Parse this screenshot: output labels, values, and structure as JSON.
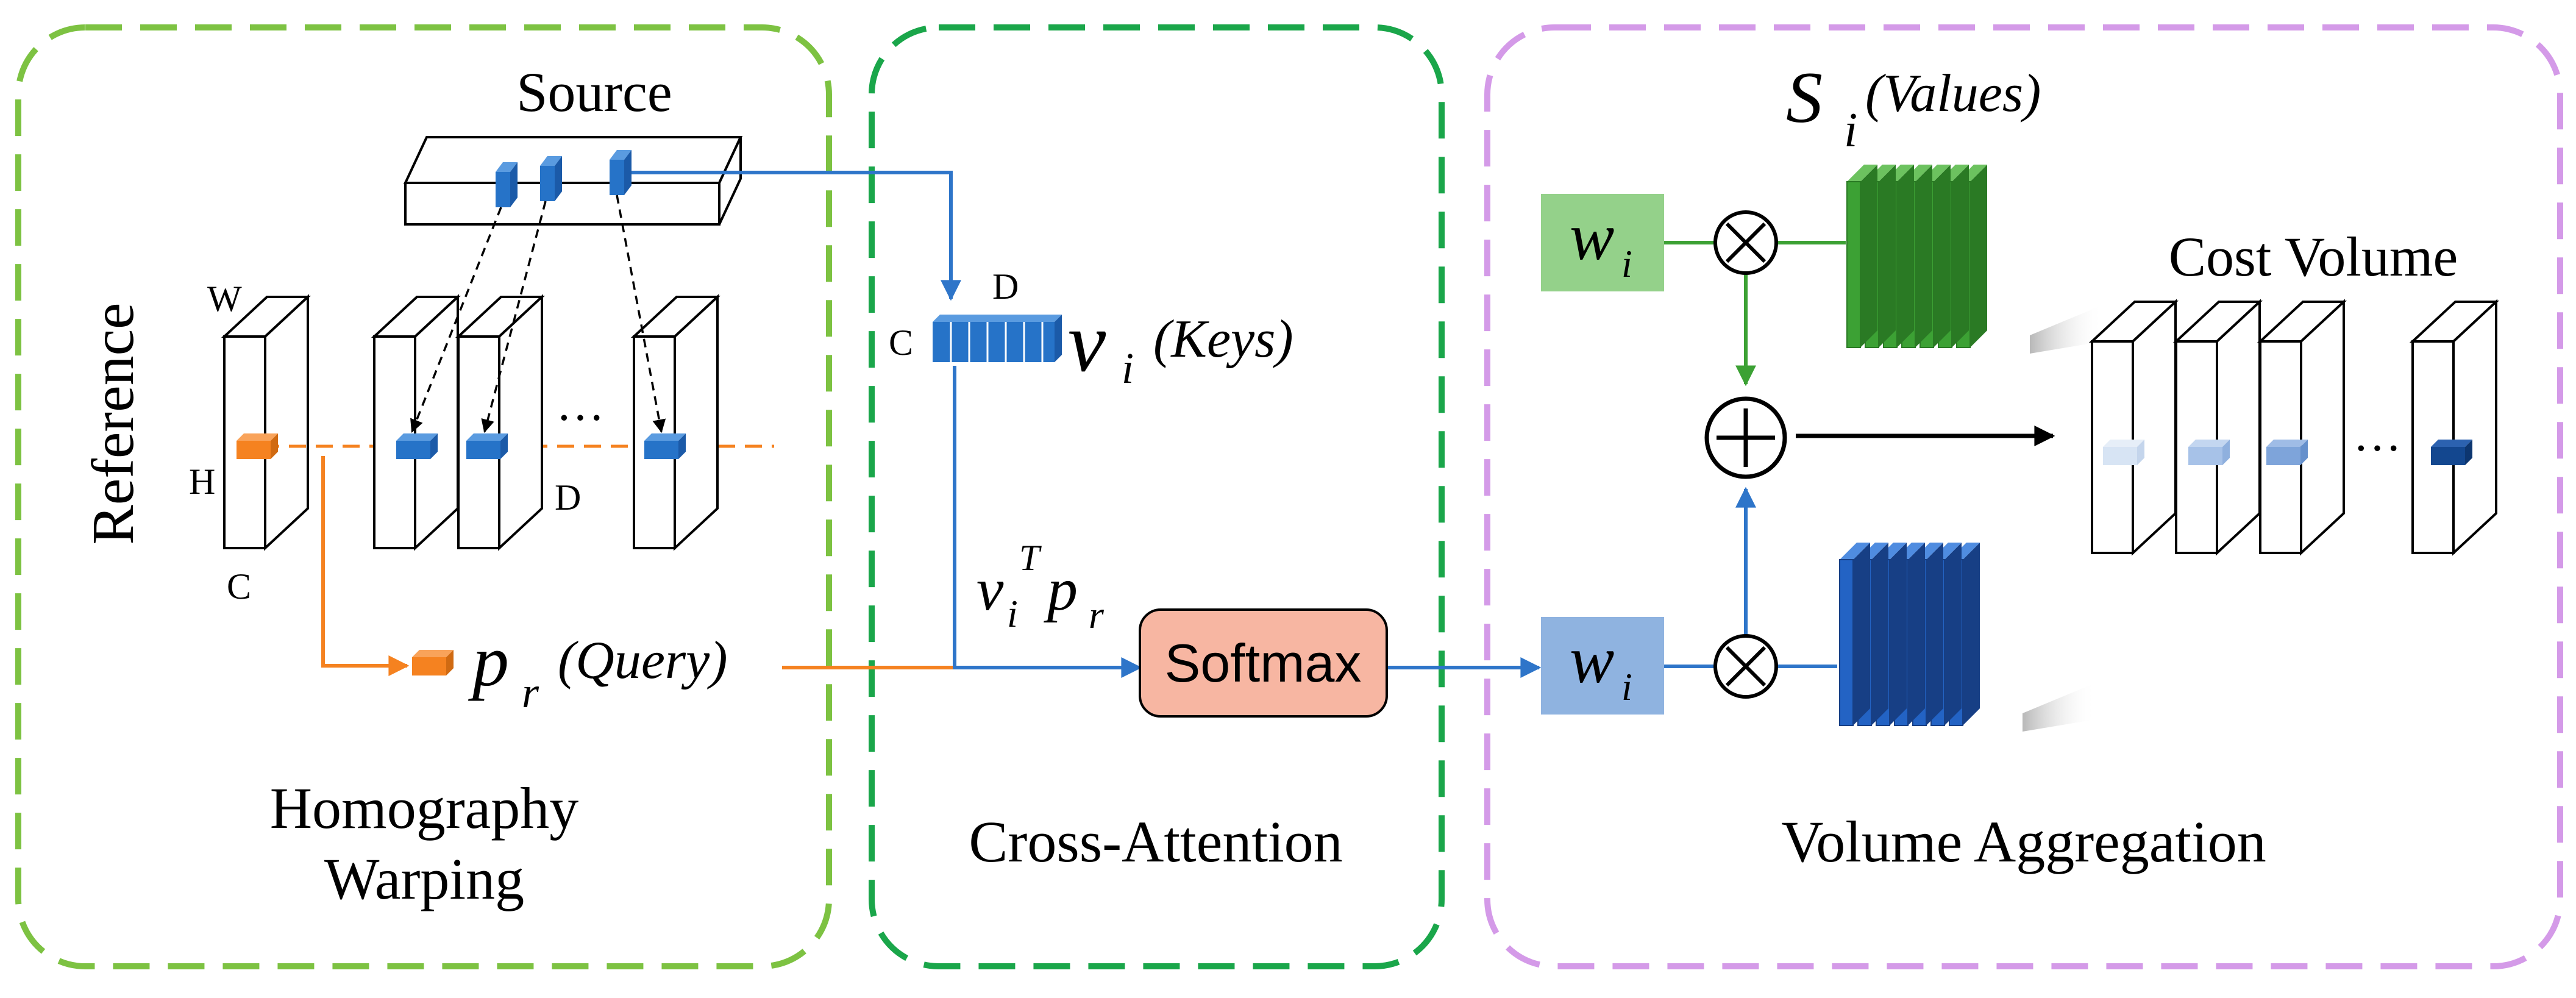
{
  "colors": {
    "warping_border": "#7dc242",
    "attention_border": "#1aa64a",
    "aggregation_border": "#d49ae8",
    "feature_blue": "#2673c8",
    "query_orange": "#f58220",
    "arrow_blue": "#2e75c9",
    "softmax_fill": "#f7b6a2",
    "weight_green": "#94d18a",
    "weight_blue": "#8fb3e0",
    "values_green": "#3ca134",
    "values_blue": "#2363c4"
  },
  "panels": {
    "warping": {
      "caption_line1": "Homography",
      "caption_line2": "Warping"
    },
    "attention": {
      "caption": "Cross-Attention"
    },
    "aggregation": {
      "caption": "Volume Aggregation"
    }
  },
  "warping": {
    "source_label": "Source",
    "reference_label": "Reference",
    "dim_w": "W",
    "dim_h": "H",
    "dim_c": "C",
    "dim_d": "D",
    "ellipsis": "···",
    "query_symbol": "p",
    "query_subscript": "r",
    "query_text": "(Query)"
  },
  "attention": {
    "key_dim_c": "C",
    "key_dim_d": "D",
    "key_symbol": "v",
    "key_subscript": "i",
    "key_text": "(Keys)",
    "product_v": "v",
    "product_sub_i": "i",
    "product_sup_t": "T",
    "product_p": "p",
    "product_sub_r": "r",
    "softmax_label": "Softmax"
  },
  "aggregation": {
    "values_symbol": "S",
    "values_subscript": "i",
    "values_text": "(Values)",
    "weight_symbol": "w",
    "weight_subscript": "i",
    "cost_volume_label": "Cost Volume",
    "ellipsis": "···",
    "multiply_icon": "circled-times-icon",
    "sum_icon": "circled-plus-icon"
  }
}
